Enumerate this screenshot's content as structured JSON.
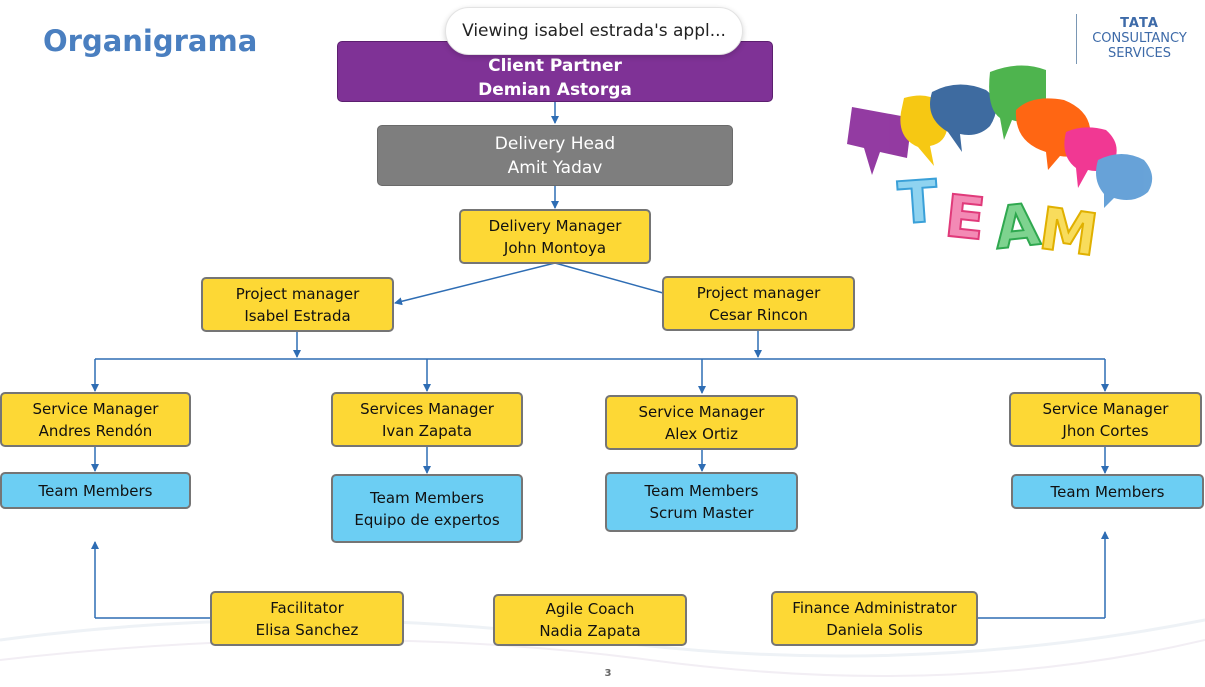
{
  "slide": {
    "title": "Organigrama",
    "page_number": "3"
  },
  "notification": {
    "text": "Viewing isabel estrada's appl..."
  },
  "logo": {
    "line1": "TATA",
    "line2": "CONSULTANCY",
    "line3": "SERVICES"
  },
  "team_graphic": {
    "letters": [
      "T",
      "E",
      "A",
      "M"
    ]
  },
  "org": {
    "client_partner": {
      "role": "Client Partner",
      "name": "Demian Astorga"
    },
    "delivery_head": {
      "role": "Delivery Head",
      "name": "Amit Yadav"
    },
    "delivery_manager": {
      "role": "Delivery Manager",
      "name": "John Montoya"
    },
    "project_managers": [
      {
        "role": "Project manager",
        "name": "Isabel Estrada"
      },
      {
        "role": "Project manager",
        "name": "Cesar Rincon"
      }
    ],
    "service_managers": [
      {
        "role": "Service Manager",
        "name": "Andres Rendón"
      },
      {
        "role": "Services Manager",
        "name": "Ivan Zapata"
      },
      {
        "role": "Service Manager",
        "name": "Alex Ortiz"
      },
      {
        "role": "Service Manager",
        "name": "Jhon Cortes"
      }
    ],
    "team_groups": [
      {
        "line1": "Team Members",
        "line2": ""
      },
      {
        "line1": "Team Members",
        "line2": "Equipo de expertos"
      },
      {
        "line1": "Team Members",
        "line2": "Scrum Master"
      },
      {
        "line1": "Team Members",
        "line2": ""
      }
    ],
    "support_roles": [
      {
        "role": "Facilitator",
        "name": "Elisa Sanchez"
      },
      {
        "role": "Agile Coach",
        "name": "Nadia Zapata"
      },
      {
        "role": "Finance Administrator",
        "name": "Daniela Solis"
      }
    ]
  },
  "colors": {
    "title": "#4a7fc0",
    "client_partner": "#7f3296",
    "delivery_head": "#7e7e7e",
    "manager_boxes": "#fdd835",
    "team_boxes": "#6ccef3",
    "connectors": "#2e6db4"
  }
}
